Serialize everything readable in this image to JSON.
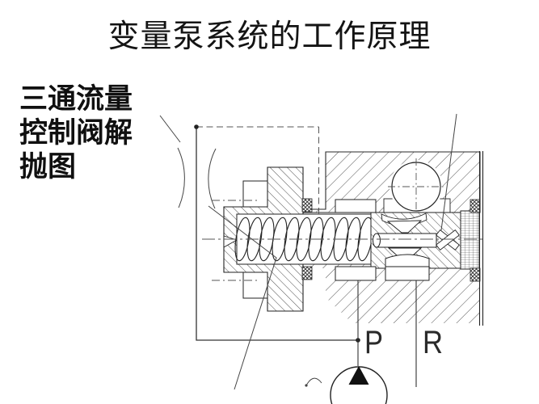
{
  "slide": {
    "title": "变量泵系统的工作原理",
    "caption": {
      "lines": [
        "三通流量",
        "控制阀解",
        "抛图"
      ]
    },
    "diagram": {
      "ports": {
        "p": "P",
        "r": "R"
      },
      "symbols": {
        "pump": "hydraulic-pump-symbol",
        "ball": "check-ball",
        "spring": "compression-spring",
        "screw": "adjusting-screw",
        "seals": "seal-rings",
        "signal": "dashed-control-line"
      },
      "colors": {
        "ink": "#222222",
        "hatch": "#3a3a3a",
        "paper": "#ffffff"
      }
    }
  }
}
